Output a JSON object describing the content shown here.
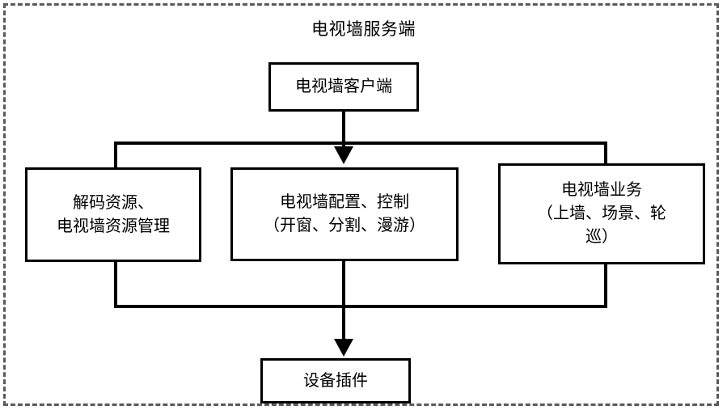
{
  "diagram": {
    "title": "电视墙服务端",
    "boundary_label": "电视墙服务端",
    "colors": {
      "boundary_stroke": "#5a5a5a",
      "node_stroke": "#000000",
      "node_fill": "#ffffff",
      "connector": "#000000",
      "text": "#000000",
      "background": "#ffffff"
    },
    "nodes": {
      "client": {
        "label": "电视墙客户端"
      },
      "decode": {
        "label": "解码资源、\n电视墙资源管理"
      },
      "config": {
        "label": "电视墙配置、控制\n（开窗、分割、漫游）"
      },
      "business": {
        "label": "电视墙业务\n（上墙、场景、轮\n巡）"
      },
      "plugin": {
        "label": "设备插件"
      }
    },
    "connectors": [
      {
        "from": "client",
        "to": "config",
        "style": "arrow-down"
      },
      {
        "from": "client",
        "to": "decode",
        "style": "bus-elbow"
      },
      {
        "from": "client",
        "to": "business",
        "style": "bus-elbow"
      },
      {
        "from": "config",
        "to": "plugin",
        "style": "arrow-down"
      },
      {
        "from": "decode",
        "to": "plugin",
        "style": "bus-elbow"
      },
      {
        "from": "business",
        "to": "plugin",
        "style": "bus-elbow"
      }
    ]
  }
}
